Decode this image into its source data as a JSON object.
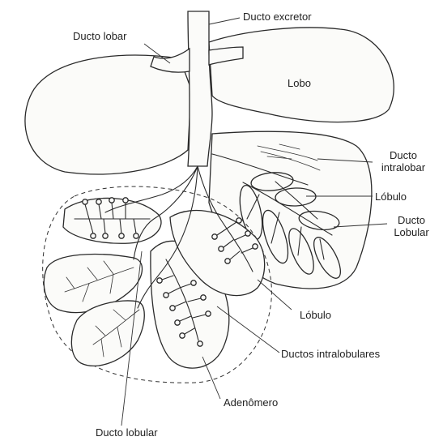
{
  "labels": {
    "ducto_excretor": "Ducto excretor",
    "ducto_lobar": "Ducto lobar",
    "lobo": "Lobo",
    "ducto_intralobar_1": "Ducto",
    "ducto_intralobar_2": "intralobar",
    "lobulo_right": "Lóbulo",
    "ducto_lobular_right_1": "Ducto",
    "ducto_lobular_right_2": "Lobular",
    "lobulo_bottom": "Lóbulo",
    "ductos_intralobulares": "Ductos intralobulares",
    "adenomero": "Adenômero",
    "ducto_lobular_bottom": "Ducto lobular"
  }
}
